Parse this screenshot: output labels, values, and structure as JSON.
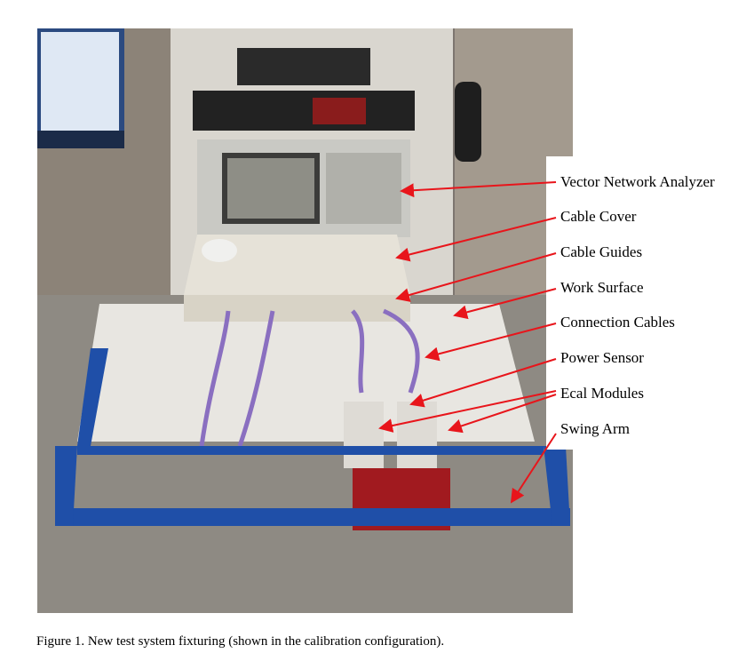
{
  "figure": {
    "caption": "Figure 1.  New test system fixturing (shown in the calibration configuration).",
    "labels": [
      "Vector Network Analyzer",
      "Cable Cover",
      "Cable Guides",
      "Work Surface",
      "Connection Cables",
      "Power Sensor",
      "Ecal Modules",
      "Swing Arm"
    ],
    "arrow_color": "#e8151b"
  }
}
